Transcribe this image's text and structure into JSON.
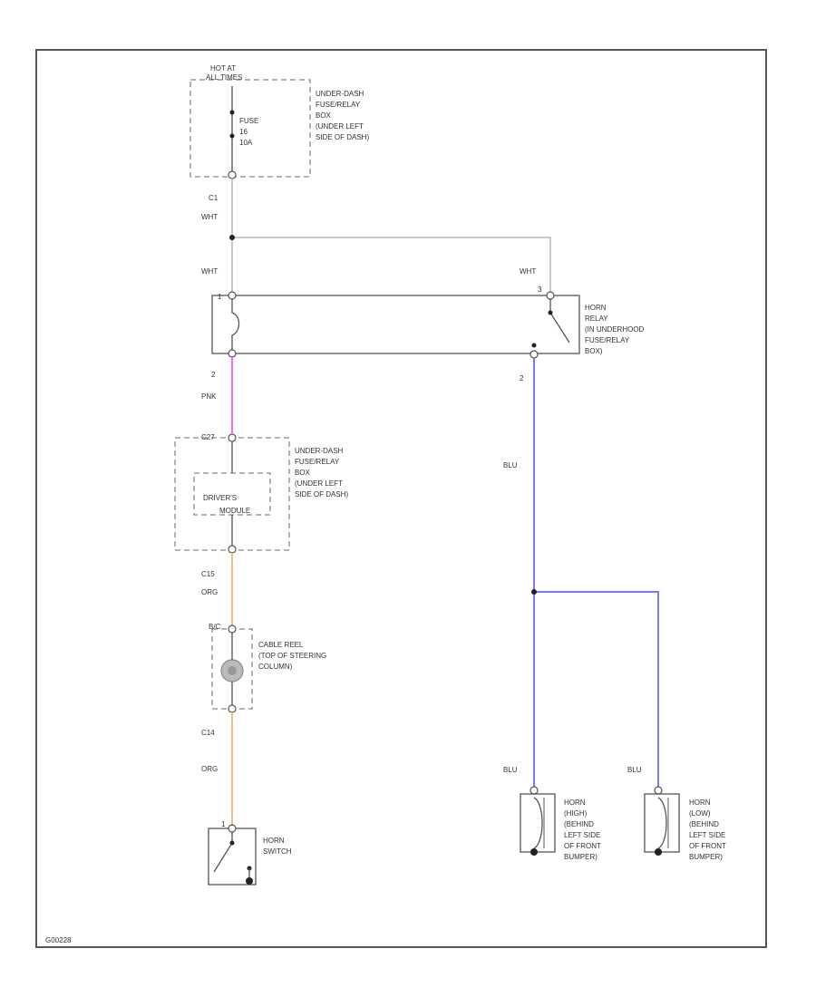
{
  "diagram": {
    "colors": {
      "white_wire": "#c8c8c8",
      "pink_wire": "#ff66ff",
      "blue_wire": "#7777ff",
      "orange_wire": "#ffbb77",
      "frame": "#555555"
    },
    "hot_label": [
      "HOT AT",
      "ALL TIMES"
    ],
    "fuse_label": [
      "FUSE",
      "16",
      "10A"
    ],
    "fusebox_top_label": [
      "UNDER-DASH",
      "FUSE/RELAY",
      "BOX",
      "(UNDER LEFT",
      "SIDE OF DASH)"
    ],
    "connector_c1": "C1",
    "wire_wht_1": "WHT",
    "wire_wht_2": "WHT",
    "wire_wht_3": "WHT",
    "relay_pin1": "1",
    "relay_pin2": "2",
    "relay_pin_b": "3",
    "relay_label": [
      "HORN",
      "RELAY",
      "(IN UNDERHOOD",
      "FUSE/RELAY",
      "BOX)"
    ],
    "wire_pnk": "PNK",
    "connector_c27": "C27",
    "fusebox_mid_label": [
      "UNDER-DASH",
      "FUSE/RELAY",
      "BOX",
      "(UNDER LEFT",
      "SIDE OF DASH)"
    ],
    "module_label": [
      "DRIVER'S",
      "MODULE"
    ],
    "connector_c15": "C15",
    "wire_org_1": "ORG",
    "connector_c13": "B/C",
    "cable_reel_label": [
      "CABLE REEL",
      "(TOP OF STEERING",
      "COLUMN)"
    ],
    "connector_c14": "C14",
    "wire_org_2": "ORG",
    "horn_switch_pin": "1",
    "horn_switch_label": [
      "HORN",
      "SWITCH"
    ],
    "wire_blu_1": "BLU",
    "wire_blu_2": "BLU",
    "wire_blu_3": "BLU",
    "horn_high_label": [
      "HORN",
      "(HIGH)",
      "(BEHIND",
      "LEFT SIDE",
      "OF FRONT",
      "BUMPER)"
    ],
    "horn_low_label": [
      "HORN",
      "(LOW)",
      "(BEHIND",
      "LEFT SIDE",
      "OF FRONT",
      "BUMPER)"
    ],
    "figure_id": "G00228"
  }
}
